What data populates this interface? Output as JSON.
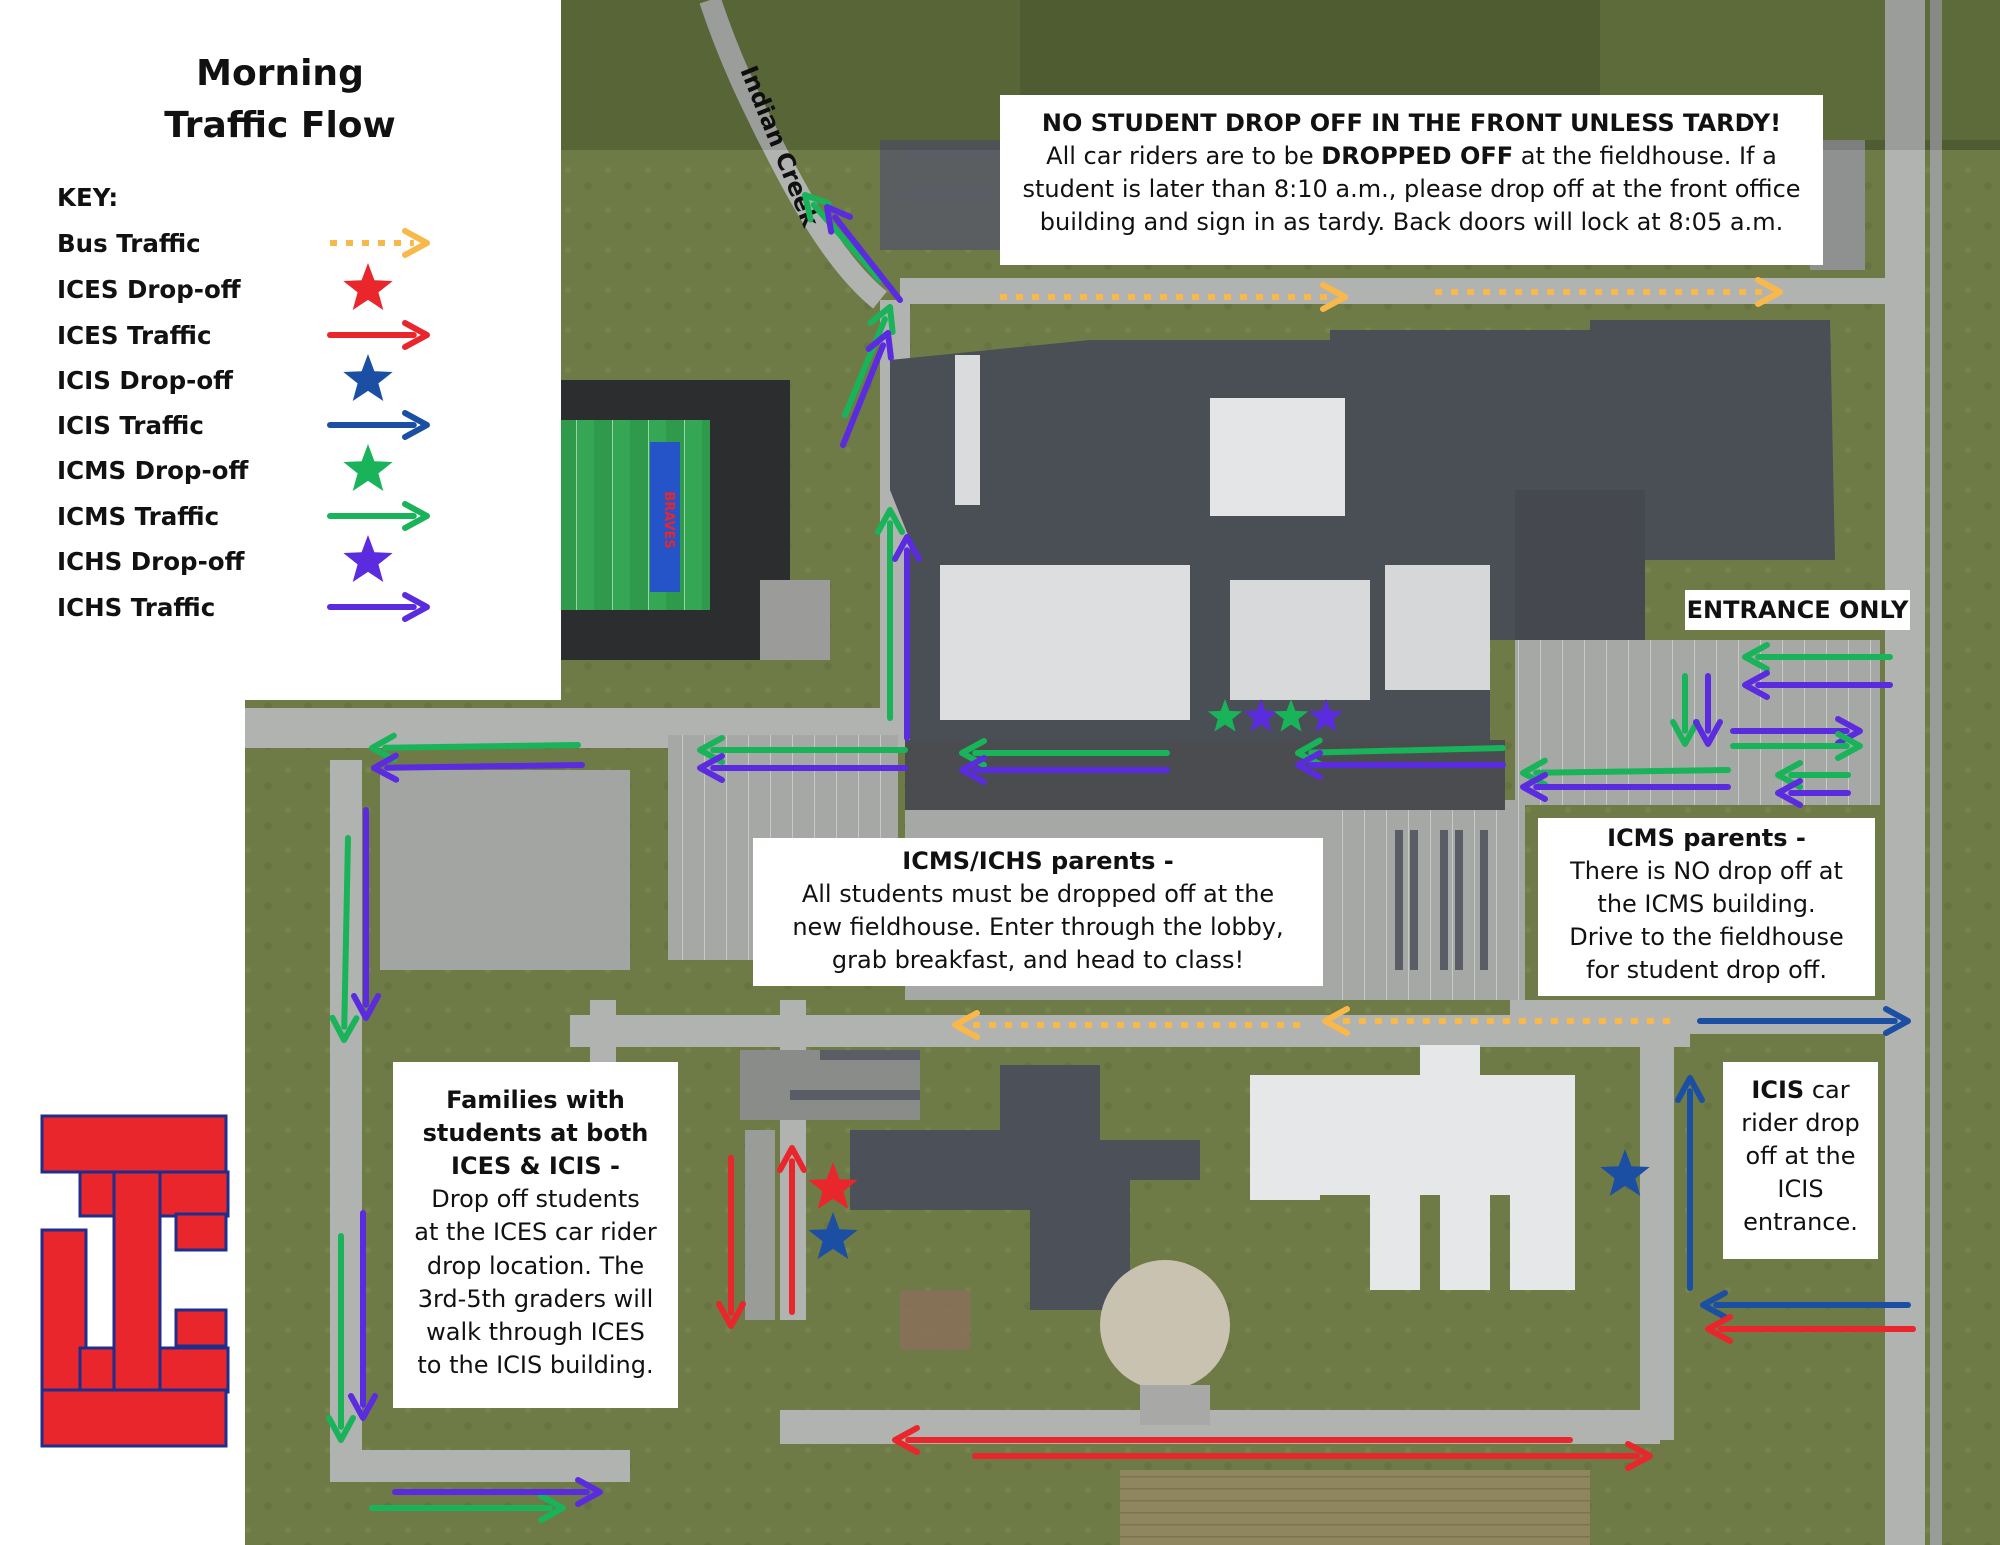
{
  "legend": {
    "title": "Morning Traffic Flow",
    "key_heading": "KEY:",
    "items": [
      {
        "label": "Bus Traffic",
        "symbol": "dashed-arrow",
        "color": "#F9B84A"
      },
      {
        "label": "ICES Drop-off",
        "symbol": "star",
        "color": "#E8262C"
      },
      {
        "label": "ICES Traffic",
        "symbol": "arrow",
        "color": "#E8262C"
      },
      {
        "label": "ICIS Drop-off",
        "symbol": "star",
        "color": "#1B4FA3"
      },
      {
        "label": "ICIS Traffic",
        "symbol": "arrow",
        "color": "#1B4FA3"
      },
      {
        "label": "ICMS Drop-off",
        "symbol": "star",
        "color": "#19B35A"
      },
      {
        "label": "ICMS Traffic",
        "symbol": "arrow",
        "color": "#19B35A"
      },
      {
        "label": "ICHS Drop-off",
        "symbol": "star",
        "color": "#5B2BE0"
      },
      {
        "label": "ICHS Traffic",
        "symbol": "arrow",
        "color": "#5B2BE0"
      }
    ]
  },
  "notes": {
    "front": {
      "heading": "NO STUDENT DROP OFF IN THE FRONT UNLESS TARDY!",
      "line1_pre": "All car riders are to be ",
      "line1_bold": "DROPPED OFF",
      "line1_post": " at the fieldhouse. If a",
      "line2": "student is later than 8:10 a.m., please drop off at the front office",
      "line3": "building and sign in as tardy. Back doors will lock at 8:05 a.m."
    },
    "entrance": "ENTRANCE ONLY",
    "icms_ichs": {
      "heading": "ICMS/ICHS parents -",
      "lines": [
        "All students must be dropped off at the",
        "new fieldhouse. Enter through the lobby,",
        "grab breakfast, and head to class!"
      ]
    },
    "icms": {
      "heading": "ICMS parents -",
      "lines": [
        "There is NO drop off at",
        "the ICMS building.",
        "Drive to the fieldhouse",
        "for student drop off."
      ]
    },
    "families": {
      "heading": [
        "Families with",
        "students at both",
        "ICES & ICIS -"
      ],
      "lines": [
        "Drop off students",
        "at the ICES car rider",
        "drop location. The",
        "3rd-5th graders will",
        "walk through ICES",
        "to the ICIS building."
      ]
    },
    "icis": {
      "heading": "ICIS",
      "lines": [
        "car",
        "rider drop",
        "off at the",
        "ICIS",
        "entrance."
      ]
    }
  },
  "map": {
    "street_label": "Indian Creek",
    "field_text": "BRAVES",
    "colors": {
      "grass": "#6E7B47",
      "dark_grass": "#4F5B33",
      "pavement": "#A9ABA8",
      "roof_dark": "#4A4E55",
      "roof_light": "#E4E5E6",
      "field": "#2F9A4C",
      "track": "#2C2D2F",
      "field_blue": "#2454C8"
    }
  },
  "logo": {
    "text": "IC",
    "red": "#E8262C",
    "blue": "#1E2E8C"
  }
}
